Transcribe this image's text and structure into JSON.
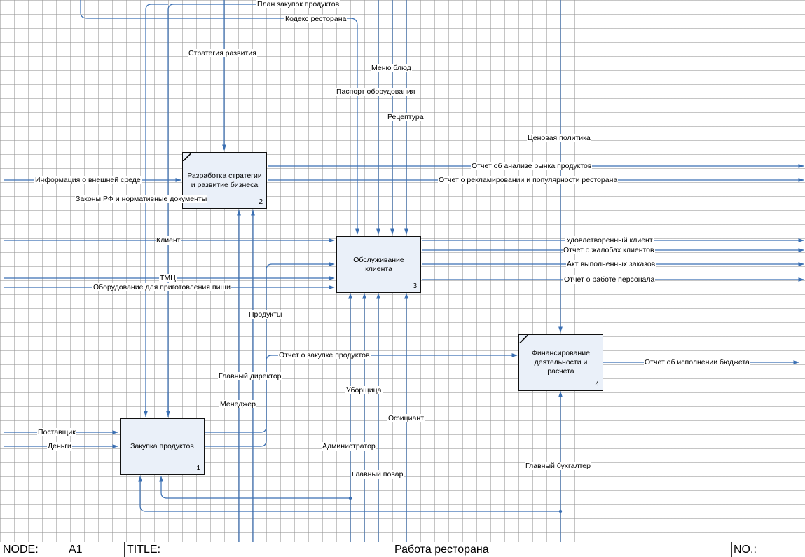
{
  "boxes": [
    {
      "id": "purchase",
      "title": "Закупка продуктов",
      "number": "1"
    },
    {
      "id": "strategy",
      "title": "Разработка стратегии и развитие бизнеса",
      "number": "2"
    },
    {
      "id": "service",
      "title": "Обслуживание клиента",
      "number": "3"
    },
    {
      "id": "finance",
      "title": "Финансирование деятельности и расчета",
      "number": "4"
    }
  ],
  "arrow_labels": {
    "plan_purchases": "План закупок продуктов",
    "restaurant_code": "Кодекс ресторана",
    "dev_strategy": "Стратегия развития",
    "menu": "Меню блюд",
    "equipment_passport": "Паспорт оборудования",
    "recipe": "Рецептура",
    "price_policy": "Ценовая политика",
    "market_report": "Отчет об анализе рынка продуктов",
    "advertising_report": "Отчет о рекламировании и популярности ресторана",
    "environment_info": "Информация о внешней среде",
    "laws": "Законы РФ и нормативные документы",
    "client": "Клиент",
    "satisfied_client": "Удовлетворенный клиент",
    "complaints_report": "Отчет о жалобах клиентов",
    "orders_act": "Акт выполненных заказов",
    "staff_report": "Отчет о работе персонала",
    "goods": "ТМЦ",
    "cooking_equipment": "Оборудование для приготовления пищи",
    "products": "Продукты",
    "purchase_report": "Отчет о закупке продуктов",
    "budget_report": "Отчет об исполнении бюджета",
    "general_director": "Главный директор",
    "manager": "Менеджер",
    "cleaner": "Уборщица",
    "waiter": "Официант",
    "administrator": "Администратор",
    "head_chef": "Главный повар",
    "chief_accountant": "Главный бухгалтер",
    "supplier": "Поставщик",
    "money": "Деньги"
  },
  "footer": {
    "node_label": "NODE:",
    "node_value": "A1",
    "title_label": "TITLE:",
    "title_value": "Работа ресторана",
    "no_label": "NO.:"
  },
  "colors": {
    "arrow": "#3a6fb3",
    "box_fill": "#eaf0f9",
    "box_border": "#111111",
    "grid": "#a0a0a0"
  }
}
